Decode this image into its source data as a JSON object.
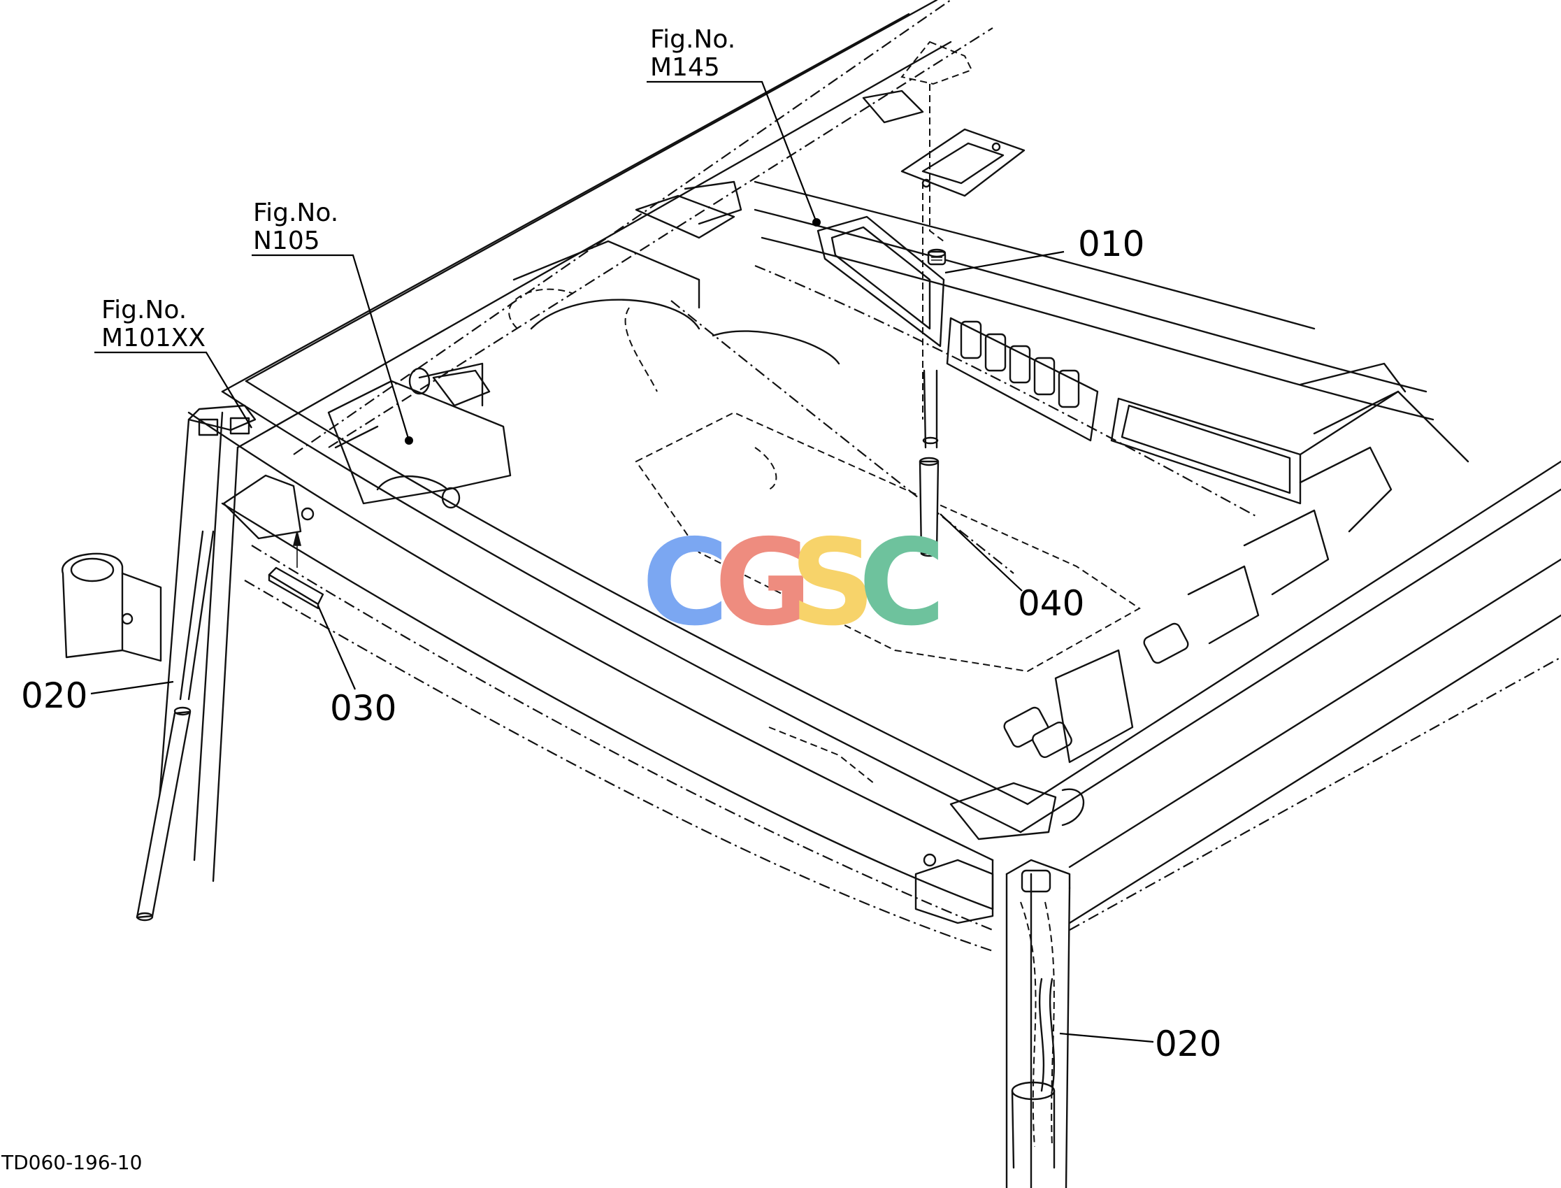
{
  "drawing": {
    "code": "TD060-196-10",
    "watermark": {
      "letters": [
        "C",
        "G",
        "S",
        "C"
      ],
      "colors": [
        "#7BA7F2",
        "#EE8C7F",
        "#F7D36A",
        "#6EC29D"
      ]
    }
  },
  "references": [
    {
      "fig": "Fig.No.",
      "id": "M145"
    },
    {
      "fig": "Fig.No.",
      "id": "N105"
    },
    {
      "fig": "Fig.No.",
      "id": "M101XX"
    }
  ],
  "callouts": [
    {
      "part": "010"
    },
    {
      "part": "040"
    },
    {
      "part": "020"
    },
    {
      "part": "030"
    },
    {
      "part": "020"
    }
  ]
}
